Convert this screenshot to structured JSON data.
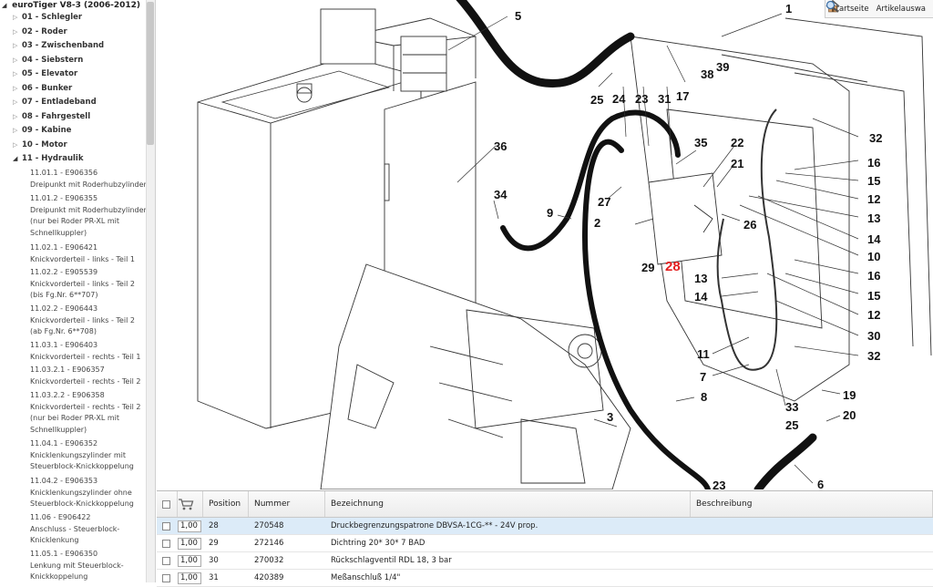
{
  "tree": {
    "root_label": "euroTiger V8-3 (2006-2012)",
    "items": [
      {
        "label": "01 - Schlegler"
      },
      {
        "label": "02 - Roder"
      },
      {
        "label": "03 - Zwischenband"
      },
      {
        "label": "04 - Siebstern"
      },
      {
        "label": "05 - Elevator"
      },
      {
        "label": "06 - Bunker"
      },
      {
        "label": "07 - Entladeband"
      },
      {
        "label": "08 - Fahrgestell"
      },
      {
        "label": "09 - Kabine"
      },
      {
        "label": "10 - Motor"
      },
      {
        "label": "11 - Hydraulik"
      }
    ],
    "sub_items": [
      {
        "line1": "11.01.1 - E906356",
        "rest": "Dreipunkt mit Roderhubzylinder"
      },
      {
        "line1": "11.01.2 - E906355",
        "rest": "Dreipunkt mit Roderhubzylinder (nur bei Roder PR-XL mit Schnellkuppler)"
      },
      {
        "line1": "11.02.1 - E906421",
        "rest": "Knickvorderteil - links - Teil 1"
      },
      {
        "line1": "11.02.2 - E905539",
        "rest": "Knickvorderteil - links - Teil 2 (bis Fg.Nr. 6**707)"
      },
      {
        "line1": "11.02.2 - E906443",
        "rest": "Knickvorderteil - links - Teil 2 (ab Fg.Nr. 6**708)"
      },
      {
        "line1": "11.03.1 - E906403",
        "rest": "Knickvorderteil - rechts - Teil 1"
      },
      {
        "line1": "11.03.2.1 - E906357",
        "rest": "Knickvorderteil - rechts - Teil 2"
      },
      {
        "line1": "11.03.2.2 - E906358",
        "rest": "Knickvorderteil - rechts - Teil 2 (nur bei Roder PR-XL mit Schnellkuppler)"
      },
      {
        "line1": "11.04.1 - E906352",
        "rest": "Knicklenkungszylinder mit Steuerblock-Knickkoppelung"
      },
      {
        "line1": "11.04.2 - E906353",
        "rest": "Knicklenkungszylinder ohne Steuerblock-Knickkoppelung"
      },
      {
        "line1": "11.06 - E906422",
        "rest": "Anschluss - Steuerblock-Knicklenkung"
      },
      {
        "line1": "11.05.1 - E906350",
        "rest": "Lenkung mit Steuerblock-Knickkoppelung"
      }
    ]
  },
  "topnav": {
    "home_label": "Startseite",
    "articles_label": "Artikelauswa"
  },
  "diagram": {
    "callouts": [
      "1",
      "5",
      "25",
      "24",
      "23",
      "31",
      "17",
      "38",
      "39",
      "32",
      "36",
      "35",
      "22",
      "21",
      "16",
      "15",
      "12",
      "13",
      "14",
      "34",
      "9",
      "27",
      "2",
      "26",
      "29",
      "28",
      "10",
      "13",
      "14",
      "16",
      "15",
      "12",
      "30",
      "11",
      "7",
      "32",
      "33",
      "19",
      "25",
      "20",
      "8",
      "3",
      "6",
      "23"
    ],
    "highlight": "28"
  },
  "table": {
    "headers": {
      "position": "Position",
      "nummer": "Nummer",
      "bezeichnung": "Bezeichnung",
      "beschreibung": "Beschreibung"
    },
    "rows": [
      {
        "qty": "1,00",
        "position": "28",
        "nummer": "270548",
        "bezeichnung": "Druckbegrenzungspatrone DBVSA-1CG-** - 24V prop.",
        "beschreibung": ""
      },
      {
        "qty": "1,00",
        "position": "29",
        "nummer": "272146",
        "bezeichnung": "Dichtring 20* 30* 7 BAD",
        "beschreibung": ""
      },
      {
        "qty": "1,00",
        "position": "30",
        "nummer": "270032",
        "bezeichnung": "Rückschlagventil RDL 18, 3 bar",
        "beschreibung": ""
      },
      {
        "qty": "1,00",
        "position": "31",
        "nummer": "420389",
        "bezeichnung": "Meßanschluß 1/4\"",
        "beschreibung": ""
      }
    ]
  },
  "colors": {
    "highlight": "#e32020",
    "selected_row": "#dcebf8"
  }
}
